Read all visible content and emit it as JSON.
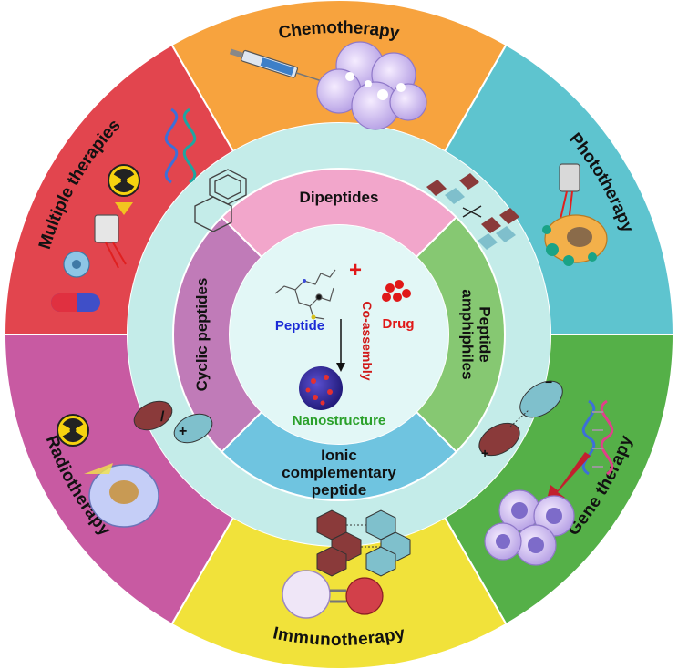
{
  "outer_ring": [
    {
      "label": "Chemotherapy",
      "color": "#f7a33e"
    },
    {
      "label": "Phototherapy",
      "color": "#5ec4cf"
    },
    {
      "label": "Gene therapy",
      "color": "#55b048"
    },
    {
      "label": "Immunotherapy",
      "color": "#f1e23a"
    },
    {
      "label": "Radiotherapy",
      "color": "#c85aa2"
    },
    {
      "label": "Multiple therapies",
      "color": "#e2454e"
    }
  ],
  "middle_ring": [
    {
      "label": "Dipeptides",
      "color": "#f2a6cb"
    },
    {
      "label": "Peptide amphiphiles",
      "color": "#86c872"
    },
    {
      "label": "Ionic complementary peptide",
      "color": "#6fc4e0"
    },
    {
      "label": "Cyclic peptides",
      "color": "#c07bb8"
    }
  ],
  "center": {
    "peptide": "Peptide",
    "plus": "+",
    "drug": "Drug",
    "process": "Co-assembly",
    "product": "Nanostructure",
    "colors": {
      "peptide": "#1b2bd6",
      "drug": "#e01818",
      "product": "#2aa02a",
      "process": "#d01818"
    }
  },
  "ring_colors": {
    "teal_band": "#c4ece9",
    "teal_inner": "#d5f3f1",
    "center": "#e2f7f6"
  },
  "icons": [
    "syringe-icon",
    "cancer-cell-cluster-icon",
    "laser-icon",
    "cell-icon",
    "dna-icon",
    "cell-cluster-icon",
    "immune-cell-icon",
    "radiation-icon",
    "pill-icon",
    "benzene-ring-icon",
    "peptide-blocks-icon",
    "dipole-molecule-icon",
    "hexagon-molecule-icon",
    "nanoparticle-icon",
    "drug-dots-icon",
    "peptide-molecule-icon"
  ]
}
